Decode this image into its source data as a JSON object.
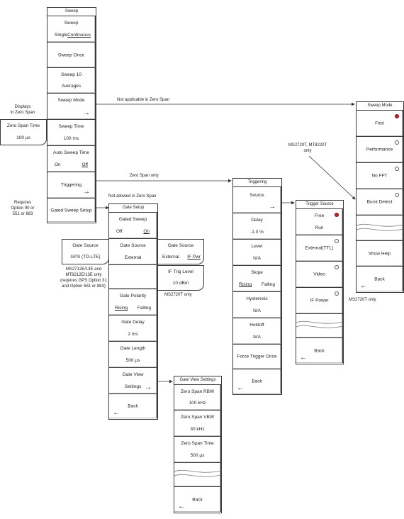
{
  "sweep_menu": {
    "title": "Sweep",
    "sweep_key": {
      "label": "Sweep",
      "opt1": "Single",
      "opt2": "Continuous"
    },
    "sweep_once": "Sweep Once",
    "sweep_10": {
      "line1": "Sweep 10",
      "line2": "Averages"
    },
    "sweep_mode": "Sweep Mode",
    "sweep_time": {
      "label": "Sweep Time",
      "value": "100 ms"
    },
    "auto_sweep_time": {
      "label": "Auto Sweep Time",
      "opt1": "On",
      "opt2": "Off"
    },
    "triggering": "Triggering",
    "gated_sweep_setup": "Gated Sweep Setup"
  },
  "zero_span_time_key": {
    "label": "Zero Span Time",
    "value": "100 µs"
  },
  "notes": {
    "displays_zero_span": "Displays\nin Zero Span",
    "requires_option": "Requires\nOption 90 or\n551 or 883",
    "not_applicable": "Not applicable in Zero Span",
    "zero_span_only": "Zero Span only",
    "not_allowed": "Not allowed in Zero Span",
    "ms2720t_mt8220t": "MS2720T, MT8220T\nonly",
    "ms2712e_note": "MS2712E/13E and\nMT8212E/13E only\n(requires GPS Option 31\nand Option 551 or 883)",
    "ms2720t_only_gate": "MS2720T only",
    "ms2720t_only_trigger": "MS2720T only"
  },
  "sweep_mode_menu": {
    "title": "Sweep Mode",
    "items": [
      "Fast",
      "Performance",
      "No FFT",
      "Burst Detect"
    ],
    "show_help": "Show Help",
    "back": "Back"
  },
  "triggering_menu": {
    "title": "Triggering",
    "source": "Source",
    "delay": {
      "label": "Delay",
      "value": "-1.0 %"
    },
    "level": {
      "label": "Level",
      "value": "N/A"
    },
    "slope": {
      "label": "Slope",
      "opt1": "Rising",
      "opt2": "Falling"
    },
    "hysteresis": {
      "label": "Hysteresis",
      "value": "N/A"
    },
    "holdoff": {
      "label": "Holdoff",
      "value": "N/A"
    },
    "force_trigger": "Force Trigger Once",
    "back": "Back"
  },
  "trigger_source_menu": {
    "title": "Trigger Source",
    "free_run": {
      "line1": "Free",
      "line2": "Run"
    },
    "external": "External(TTL)",
    "video": "Video",
    "if_power": "IF Power",
    "back": "Back"
  },
  "gate_setup_menu": {
    "title": "Gate Setup",
    "gated_sweep": {
      "label": "Gated Sweep",
      "opt1": "Off",
      "opt2": "On"
    },
    "gate_source": {
      "label": "Gate Source",
      "value": "External"
    },
    "gate_polarity": {
      "label": "Gate Polarity",
      "opt1": "Rising",
      "opt2": "Falling"
    },
    "gate_delay": {
      "label": "Gate Delay",
      "value": "2 ms"
    },
    "gate_length": {
      "label": "Gate Length",
      "value": "500 µs"
    },
    "gate_view": {
      "line1": "Gate View",
      "line2": "Settings"
    },
    "back": "Back"
  },
  "gate_source_gps_key": {
    "label": "Gate Source",
    "value": "GPS (TD-LTE)"
  },
  "gate_source_ext_key": {
    "label": "Gate Source",
    "opt1": "External",
    "opt2": "IF Pwr"
  },
  "if_trig_level_key": {
    "label": "IF Trig Level",
    "value": "10 dBm"
  },
  "gate_view_menu": {
    "title": "Gate View Settings",
    "rbw": {
      "label": "Zero Span RBW",
      "value": "100 kHz"
    },
    "vbw": {
      "label": "Zero Span VBW",
      "value": "30 kHz"
    },
    "time": {
      "label": "Zero Span Time",
      "value": "500 µs"
    },
    "back": "Back"
  }
}
